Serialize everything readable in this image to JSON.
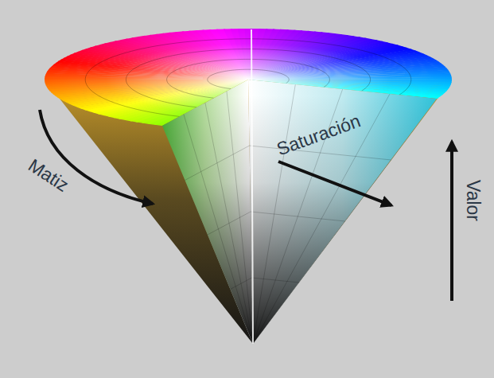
{
  "diagram": {
    "labels": [
      "Matiz",
      "Saturación",
      "Valor"
    ]
  }
}
